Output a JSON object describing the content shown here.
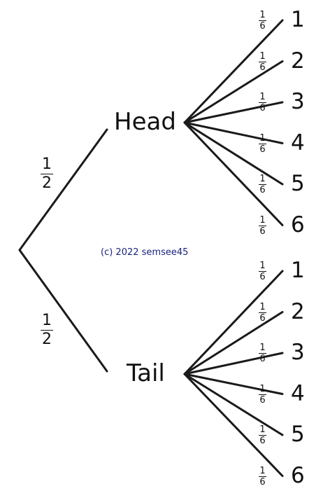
{
  "diagram": {
    "type": "probability-tree",
    "root_branches": [
      {
        "label": "Head",
        "probability": {
          "num": "1",
          "den": "2"
        },
        "outcomes": [
          {
            "label": "1",
            "probability": {
              "num": "1",
              "den": "6"
            }
          },
          {
            "label": "2",
            "probability": {
              "num": "1",
              "den": "6"
            }
          },
          {
            "label": "3",
            "probability": {
              "num": "1",
              "den": "6"
            }
          },
          {
            "label": "4",
            "probability": {
              "num": "1",
              "den": "6"
            }
          },
          {
            "label": "5",
            "probability": {
              "num": "1",
              "den": "6"
            }
          },
          {
            "label": "6",
            "probability": {
              "num": "1",
              "den": "6"
            }
          }
        ]
      },
      {
        "label": "Tail",
        "probability": {
          "num": "1",
          "den": "2"
        },
        "outcomes": [
          {
            "label": "1",
            "probability": {
              "num": "1",
              "den": "6"
            }
          },
          {
            "label": "2",
            "probability": {
              "num": "1",
              "den": "6"
            }
          },
          {
            "label": "3",
            "probability": {
              "num": "1",
              "den": "6"
            }
          },
          {
            "label": "4",
            "probability": {
              "num": "1",
              "den": "6"
            }
          },
          {
            "label": "5",
            "probability": {
              "num": "1",
              "den": "6"
            }
          },
          {
            "label": "6",
            "probability": {
              "num": "1",
              "den": "6"
            }
          }
        ]
      }
    ],
    "line_color": "#1a1a1a",
    "copyright_color": "#1a237e"
  },
  "copyright": "(c) 2022 semsee45"
}
